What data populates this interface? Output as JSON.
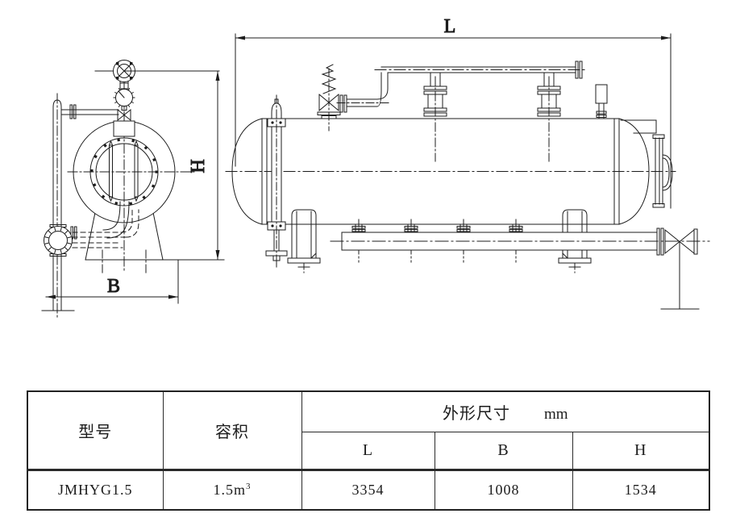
{
  "drawing": {
    "dim_labels": {
      "length": "L",
      "width": "B",
      "height": "H"
    },
    "line_color": "#1c1c1c"
  },
  "table": {
    "headers": {
      "model": "型号",
      "volume": "容积",
      "dimensions": "外形尺寸",
      "unit": "mm",
      "sub": [
        "L",
        "B",
        "H"
      ]
    },
    "rows": [
      {
        "model": "JMHYG1.5",
        "volume_base": "1.5m",
        "volume_exp": "3",
        "L": "3354",
        "B": "1008",
        "H": "1534"
      }
    ]
  }
}
